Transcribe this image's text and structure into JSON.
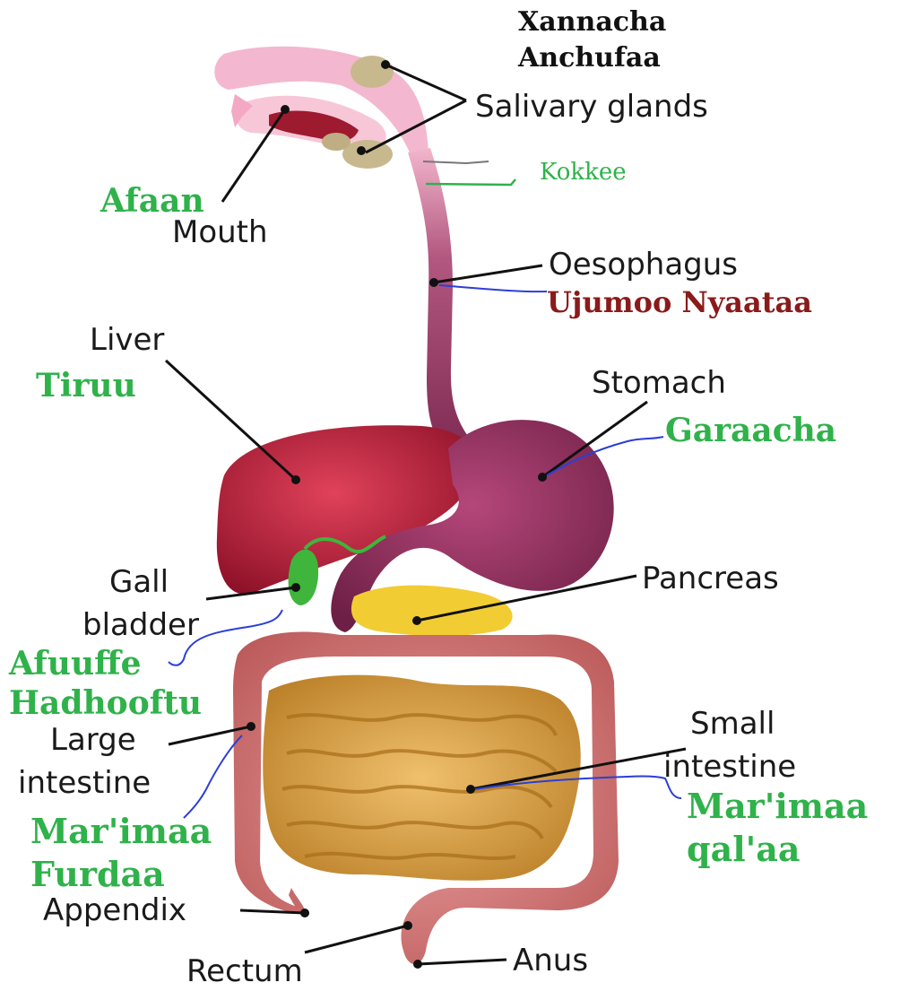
{
  "labels": {
    "salivary_om": "Xannacha",
    "salivary_om2": "Anchufaa",
    "salivary_en": "Salivary glands",
    "throat_om": "Kokkee",
    "mouth_om": "Afaan",
    "mouth_en": "Mouth",
    "oesophagus_en": "Oesophagus",
    "oesophagus_om": "Ujumoo Nyaataa",
    "liver_en": "Liver",
    "liver_om": "Tiruu",
    "stomach_en": "Stomach",
    "stomach_om": "Garaacha",
    "gall_en1": "Gall",
    "gall_en2": "bladder",
    "gall_om1": "Afuuffe",
    "gall_om2": "Hadhooftu",
    "pancreas_en": "Pancreas",
    "large_en1": "Large",
    "large_en2": "intestine",
    "large_om1": "Mar'imaa",
    "large_om2": "Furdaa",
    "small_en1": "Small",
    "small_en2": "intestine",
    "small_om1": "Mar'imaa",
    "small_om2": "qal'aa",
    "appendix_en": "Appendix",
    "rectum_en": "Rectum",
    "anus_en": "Anus"
  },
  "colors": {
    "oromo_green": "#2fb24a",
    "oromo_red": "#8b1a1a",
    "english": "#1a1a1a",
    "blue_leader": "#2b3fd6"
  }
}
